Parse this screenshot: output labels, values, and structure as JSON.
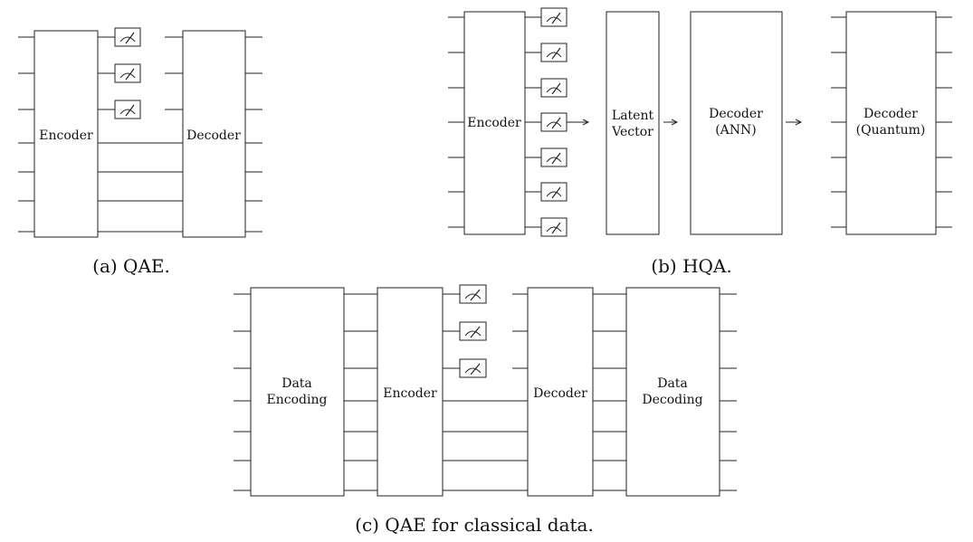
{
  "panel_a": {
    "encoder": "Encoder",
    "decoder": "Decoder",
    "caption": "(a) QAE."
  },
  "panel_b": {
    "encoder": "Encoder",
    "latent_line1": "Latent",
    "latent_line2": "Vector",
    "decoder_ann_line1": "Decoder",
    "decoder_ann_line2": "(ANN)",
    "decoder_q_line1": "Decoder",
    "decoder_q_line2": "(Quantum)",
    "caption": "(b) HQA."
  },
  "panel_c": {
    "data_enc_line1": "Data",
    "data_enc_line2": "Encoding",
    "encoder": "Encoder",
    "decoder": "Decoder",
    "data_dec_line1": "Data",
    "data_dec_line2": "Decoding",
    "caption": "(c) QAE for classical data."
  },
  "icons": [
    "measurement-meter-icon",
    "arrow-right-icon"
  ]
}
